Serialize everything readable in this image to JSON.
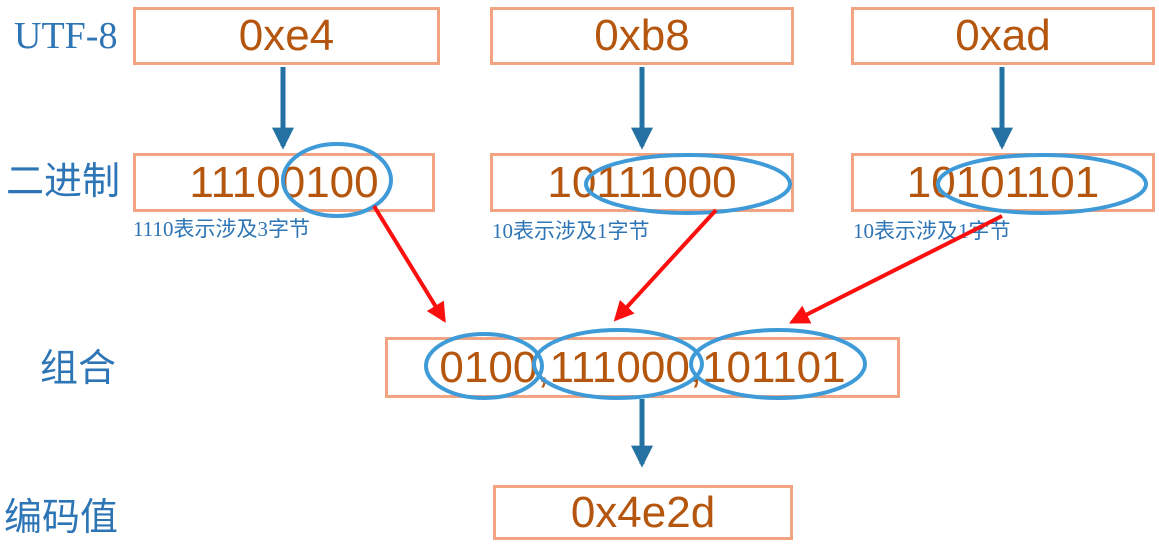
{
  "labels": {
    "utf8": "UTF-8",
    "binary": "二进制",
    "combine": "组合",
    "encoded": "编码值"
  },
  "bytes": [
    "0xe4",
    "0xb8",
    "0xad"
  ],
  "binaries": [
    "11100100",
    "10111000",
    "10101101"
  ],
  "notes": [
    "1110表示涉及3字节",
    "10表示涉及1字节",
    "10表示涉及1字节"
  ],
  "combined": "0100,111000,101101",
  "encoded": "0x4e2d",
  "colors": {
    "box_border": "#f2a382",
    "box_text": "#b5560f",
    "label_blue": "#2e75b6",
    "arrow_blue": "#2471a3",
    "ellipse_blue": "#3f9bd8",
    "arrow_red": "#fb0f0f"
  }
}
